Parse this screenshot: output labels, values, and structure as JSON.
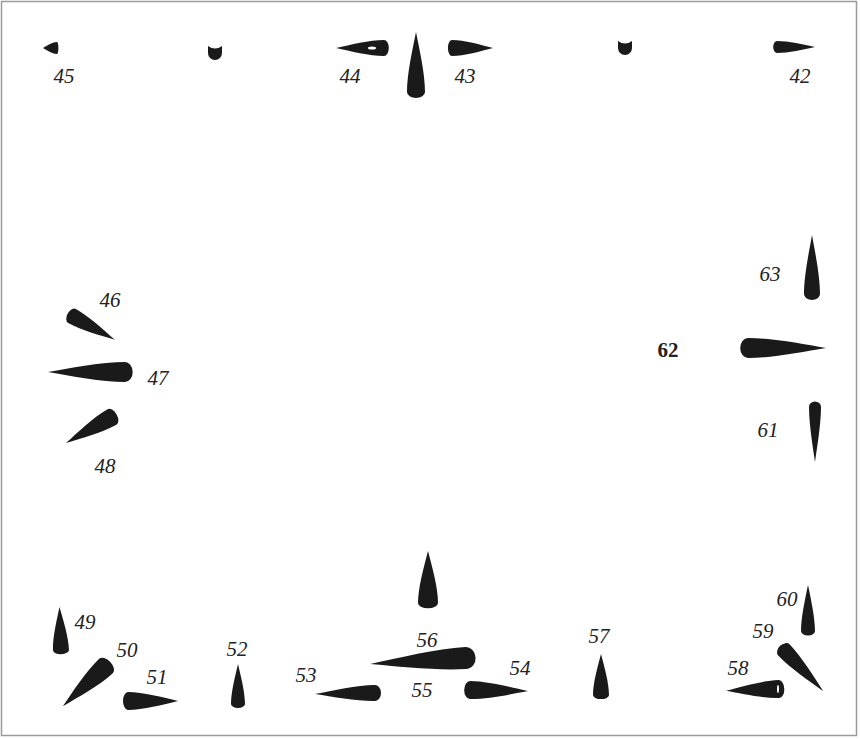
{
  "diagram": {
    "labels": [
      "45",
      "44",
      "43",
      "42",
      "46",
      "63",
      "47",
      "62",
      "48",
      "61",
      "60",
      "49",
      "56",
      "57",
      "50",
      "52",
      "51",
      "53",
      "55",
      "54",
      "59",
      "58"
    ]
  }
}
